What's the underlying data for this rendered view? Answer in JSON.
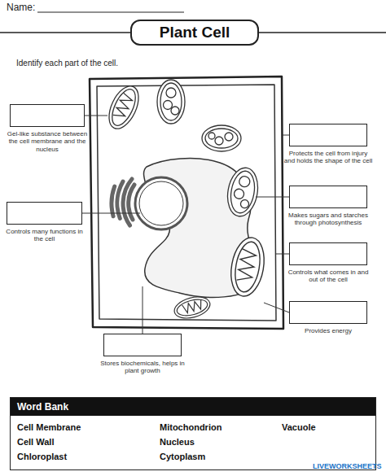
{
  "diagram": {
    "title": "Plant Cell",
    "nodes": [
      {
        "text": [
          "Gel-like substance between the cell membrane and the nucleus"
        ]
      },
      {
        "text": [
          "Protects the cell from injury and holds the shape of the cell"
        ]
      },
      {
        "text": [
          "Controls many functions in the cell"
        ]
      },
      {
        "text": [
          "Makes sugars and starches through photosynthesis"
        ]
      },
      {
        "text": [
          "Controls what comes in and out of the cell"
        ]
      },
      {
        "text": [
          "Provides energy"
        ]
      },
      {
        "text": [
          "Stores biochemicals, helps in plant growth"
        ]
      },
      {
        "text": [
          "Word Bank",
          "Cell Membrane",
          "Mitochondrion",
          "Vacuole",
          "Cell Wall",
          "Nucleus",
          "Chloroplast",
          "Cytoplasm"
        ]
      }
    ],
    "labels": [
      "Name:",
      "Identify each part of the cell.",
      "LIVEWORKSHEETS"
    ]
  }
}
